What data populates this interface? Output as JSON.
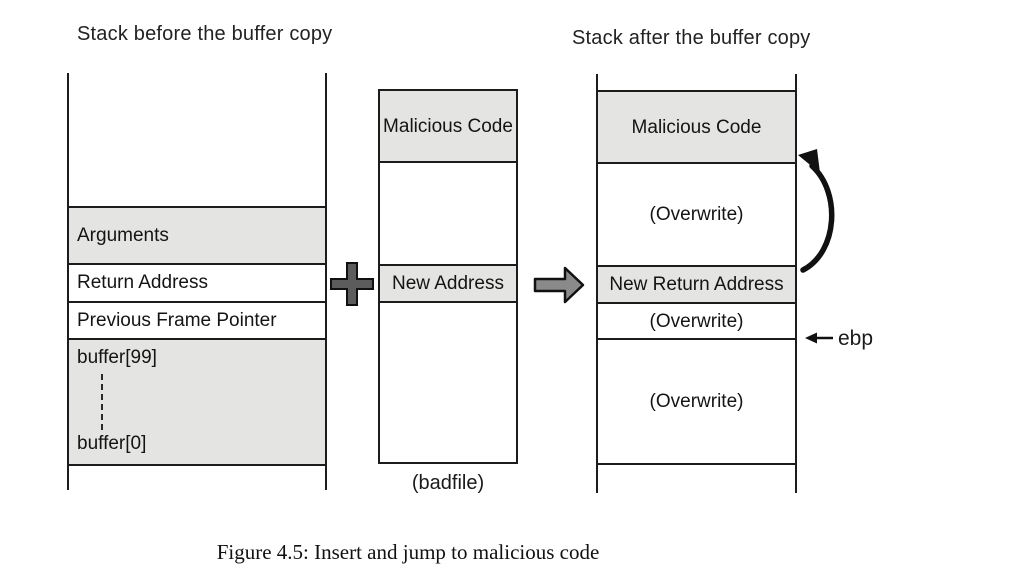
{
  "figure": {
    "caption": "Figure 4.5: Insert and jump to malicious code"
  },
  "left_stack": {
    "title": "Stack before the buffer copy",
    "cells": [
      {
        "label": "Arguments"
      },
      {
        "label": "Return Address"
      },
      {
        "label": "Previous Frame Pointer"
      },
      {
        "label_top": "buffer[99]",
        "label_bottom": "buffer[0]"
      }
    ]
  },
  "badfile_column": {
    "cells": [
      {
        "label": "Malicious Code"
      },
      {
        "label": ""
      },
      {
        "label": "New Address"
      },
      {
        "label": ""
      }
    ],
    "caption": "(badfile)"
  },
  "right_stack": {
    "title": "Stack after the buffer copy",
    "cells": [
      {
        "label": "Malicious Code"
      },
      {
        "label": "(Overwrite)"
      },
      {
        "label": "New Return Address"
      },
      {
        "label": "(Overwrite)"
      },
      {
        "label": "(Overwrite)"
      }
    ],
    "ebp_label": "ebp"
  },
  "colors": {
    "line": "#1c1c1c",
    "shaded_cell": "#e4e4e2",
    "operator_fill": "#5c5c5c",
    "arrow_fill": "#8a8a8a"
  }
}
